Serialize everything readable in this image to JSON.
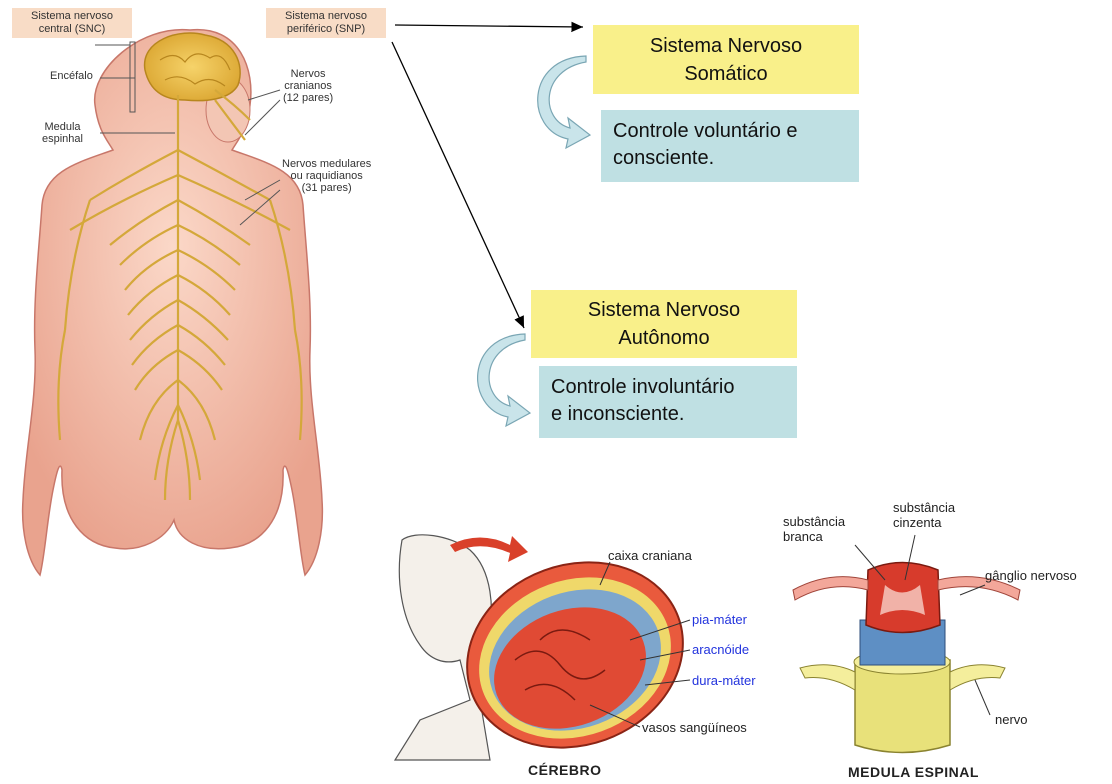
{
  "body_figure": {
    "snc_tag": [
      "Sistema nervoso",
      "central (SNC)"
    ],
    "snp_tag": [
      "Sistema nervoso",
      "periférico (SNP)"
    ],
    "encefalo": "Encéfalo",
    "medula": [
      "Medula",
      "espinhal"
    ],
    "cranianos": [
      "Nervos",
      "cranianos",
      "(12 pares)"
    ],
    "medulares": [
      "Nervos medulares",
      "ou raquidianos",
      "(31 pares)"
    ]
  },
  "somatico": {
    "title": [
      "Sistema Nervoso",
      "Somático"
    ],
    "desc": [
      "Controle voluntário e",
      "consciente."
    ]
  },
  "autonomo": {
    "title": [
      "Sistema Nervoso",
      "Autônomo"
    ],
    "desc": [
      "Controle involuntário",
      "e inconsciente."
    ]
  },
  "cerebro": {
    "caixa": "caixa craniana",
    "pia": "pia-máter",
    "aracnoide": "aracnóide",
    "dura": "dura-máter",
    "vasos": "vasos sangüíneos",
    "caption": "CÉREBRO"
  },
  "medula_espinal": {
    "branca": [
      "substância",
      "branca"
    ],
    "cinzenta": [
      "substância",
      "cinzenta"
    ],
    "ganglio": "gânglio nervoso",
    "nervo": "nervo",
    "caption": "MEDULA ESPINAL"
  },
  "colors": {
    "skin": "#f5c2b0",
    "nerve": "#d4a83a",
    "yellow_box": "#f9f08a",
    "blue_box": "#bfe0e3",
    "label_blue": "#2233dd"
  }
}
